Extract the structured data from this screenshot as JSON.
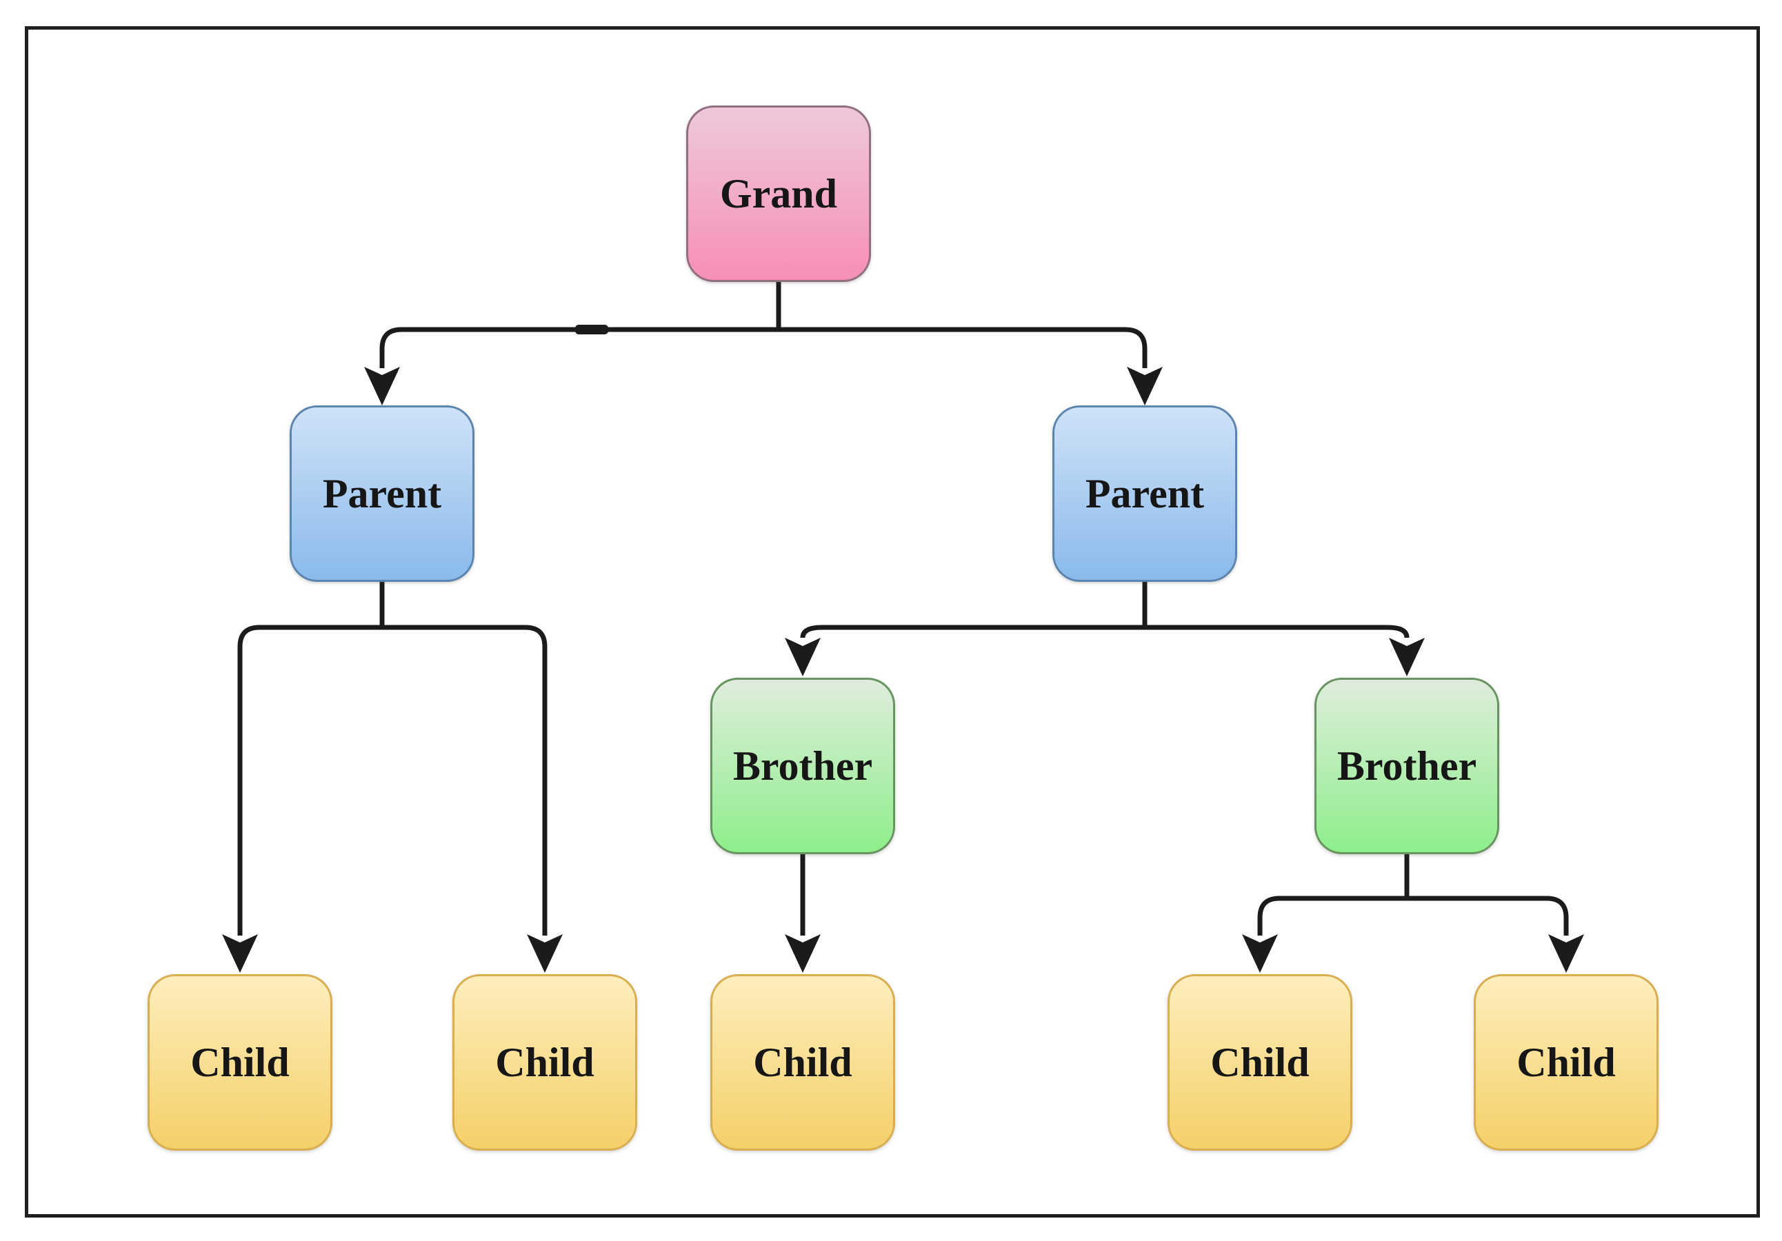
{
  "diagram": {
    "type": "tree",
    "description": "Family tree diagram with one grand node, two parent nodes, two brother nodes and five child nodes connected by elbow arrows",
    "nodes": [
      {
        "id": "grand",
        "label": "Grand",
        "color_top": "#eec9da",
        "color_bottom": "#f78fb5",
        "border_color": "#926f80"
      },
      {
        "id": "parent-left",
        "label": "Parent",
        "color_top": "#cfe2f8",
        "color_bottom": "#8abaeb",
        "border_color": "#5c85ae"
      },
      {
        "id": "parent-right",
        "label": "Parent",
        "color_top": "#cfe2f8",
        "color_bottom": "#8abaeb",
        "border_color": "#5c85ae"
      },
      {
        "id": "brother-left",
        "label": "Brother",
        "color_top": "#dfeddc",
        "color_bottom": "#8eef8b",
        "border_color": "#689462"
      },
      {
        "id": "brother-right",
        "label": "Brother",
        "color_top": "#dfeddc",
        "color_bottom": "#8eef8b",
        "border_color": "#689462"
      },
      {
        "id": "child-1",
        "label": "Child",
        "color_top": "#fdeebd",
        "color_bottom": "#f5d069",
        "border_color": "#d8ae50"
      },
      {
        "id": "child-2",
        "label": "Child",
        "color_top": "#fdeebd",
        "color_bottom": "#f5d069",
        "border_color": "#d8ae50"
      },
      {
        "id": "child-3",
        "label": "Child",
        "color_top": "#fdeebd",
        "color_bottom": "#f5d069",
        "border_color": "#d8ae50"
      },
      {
        "id": "child-4",
        "label": "Child",
        "color_top": "#fdeebd",
        "color_bottom": "#f5d069",
        "border_color": "#d8ae50"
      },
      {
        "id": "child-5",
        "label": "Child",
        "color_top": "#fdeebd",
        "color_bottom": "#f5d069",
        "border_color": "#d8ae50"
      }
    ],
    "edges": [
      {
        "from": "grand",
        "to": "parent-left"
      },
      {
        "from": "grand",
        "to": "parent-right"
      },
      {
        "from": "parent-left",
        "to": "child-1"
      },
      {
        "from": "parent-left",
        "to": "child-2"
      },
      {
        "from": "parent-right",
        "to": "brother-left"
      },
      {
        "from": "parent-right",
        "to": "brother-right"
      },
      {
        "from": "brother-left",
        "to": "child-3"
      },
      {
        "from": "brother-right",
        "to": "child-4"
      },
      {
        "from": "brother-right",
        "to": "child-5"
      }
    ]
  },
  "colors": {
    "connector": "#1b1b1b",
    "frame_border": "#1f1f1f",
    "background": "#ffffff",
    "text": "#161616"
  }
}
